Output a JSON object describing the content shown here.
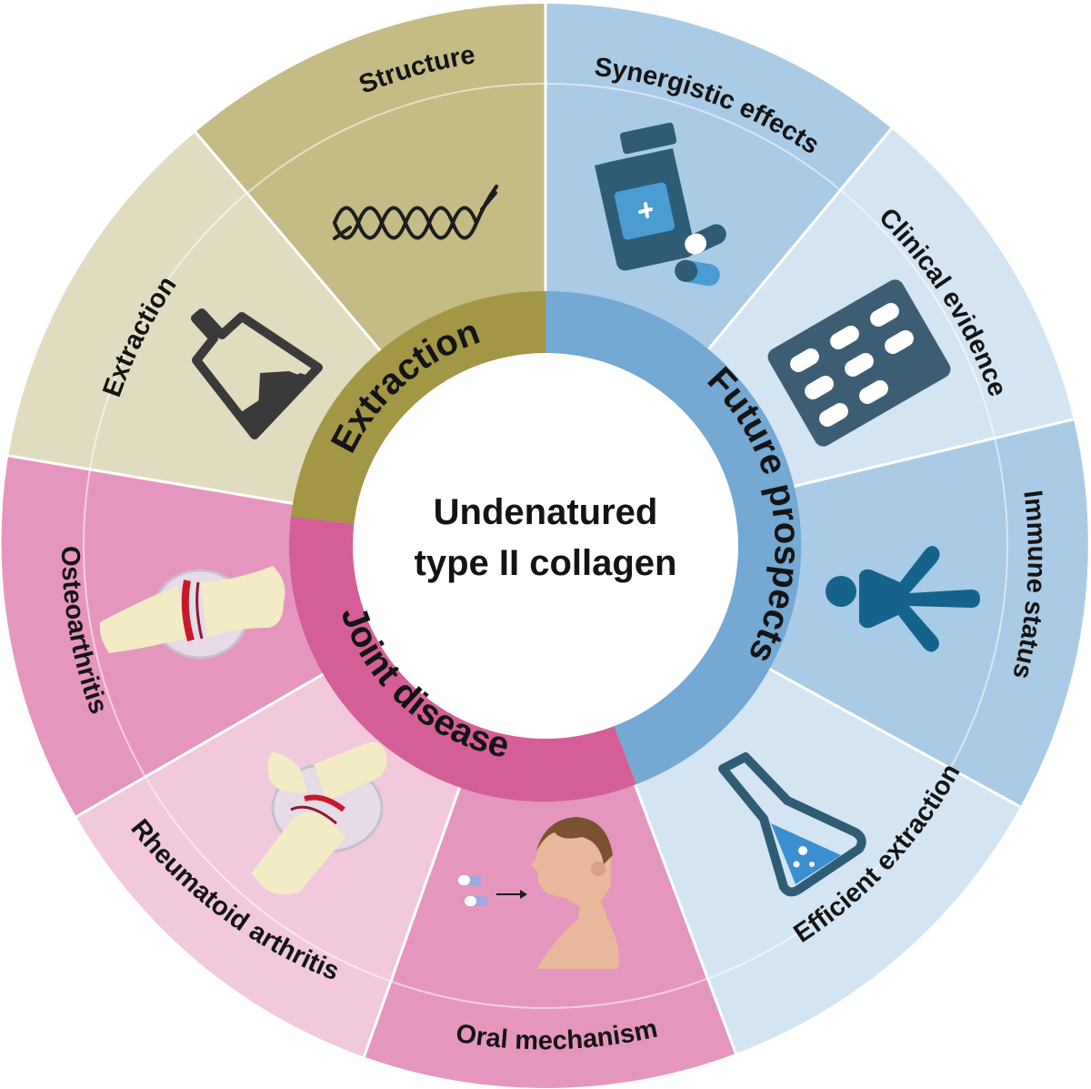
{
  "center": {
    "line1": "Undenatured",
    "line2": "type II collagen"
  },
  "categories": {
    "extraction": "Extraction",
    "future": "Future prospects",
    "joint": "Joint disease"
  },
  "segments": {
    "structure": "Structure",
    "extraction": "Extraction",
    "synergistic": "Synergistic effects",
    "clinical": "Clinical evidence",
    "immune": "Immune status",
    "efficient": "Efficient extraction",
    "oral": "Oral mechanism",
    "rheumatoid": "Rheumatoid arthritis",
    "osteo": "Osteoarthritis"
  },
  "colors": {
    "extraction_dark": "#a39645",
    "extraction_mid": "#c4bb85",
    "extraction_light": "#e1dcbf",
    "future_dark": "#73a9d3",
    "future_mid": "#a9cbe6",
    "future_light": "#d3e5f3",
    "joint_dark": "#d55e98",
    "joint_mid": "#e596be",
    "joint_light": "#f1c8dc"
  },
  "icons": {
    "structure": "dna-helix-icon",
    "extraction": "flask-icon",
    "synergistic": "medicine-bottle-icon",
    "clinical": "pill-blister-icon",
    "immune": "person-icon",
    "efficient": "bubbling-flask-icon",
    "oral": "person-swallowing-pill-icon",
    "rheumatoid": "inflamed-joint-icon",
    "osteo": "bone-joint-icon"
  }
}
